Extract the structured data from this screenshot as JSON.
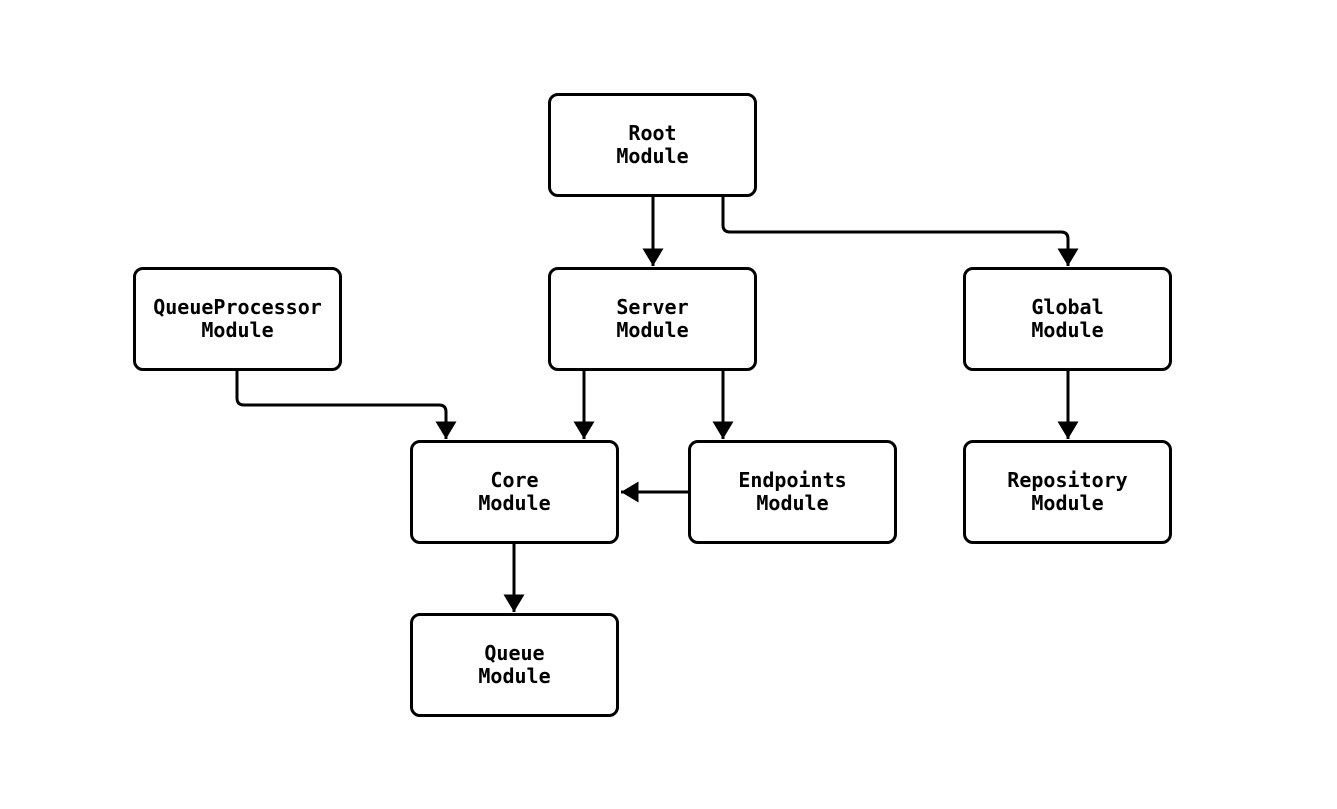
{
  "diagram": {
    "type": "module-dependency-graph",
    "colors": {
      "background": "#ffffff",
      "node_fill": "#ffffff",
      "node_stroke": "#000000",
      "edge_stroke": "#000000",
      "text": "#000000"
    },
    "nodes": [
      {
        "id": "root",
        "label_line1": "Root",
        "label_line2": "Module"
      },
      {
        "id": "queueprocessor",
        "label_line1": "QueueProcessor",
        "label_line2": "Module"
      },
      {
        "id": "server",
        "label_line1": "Server",
        "label_line2": "Module"
      },
      {
        "id": "global",
        "label_line1": "Global",
        "label_line2": "Module"
      },
      {
        "id": "core",
        "label_line1": "Core",
        "label_line2": "Module"
      },
      {
        "id": "endpoints",
        "label_line1": "Endpoints",
        "label_line2": "Module"
      },
      {
        "id": "repository",
        "label_line1": "Repository",
        "label_line2": "Module"
      },
      {
        "id": "queue",
        "label_line1": "Queue",
        "label_line2": "Module"
      }
    ],
    "edges": [
      {
        "from": "Root Module",
        "to": "Server Module"
      },
      {
        "from": "Root Module",
        "to": "Global Module"
      },
      {
        "from": "QueueProcessor Module",
        "to": "Core Module"
      },
      {
        "from": "Server Module",
        "to": "Core Module"
      },
      {
        "from": "Server Module",
        "to": "Endpoints Module"
      },
      {
        "from": "Endpoints Module",
        "to": "Core Module"
      },
      {
        "from": "Global Module",
        "to": "Repository Module"
      },
      {
        "from": "Core Module",
        "to": "Queue Module"
      }
    ]
  }
}
